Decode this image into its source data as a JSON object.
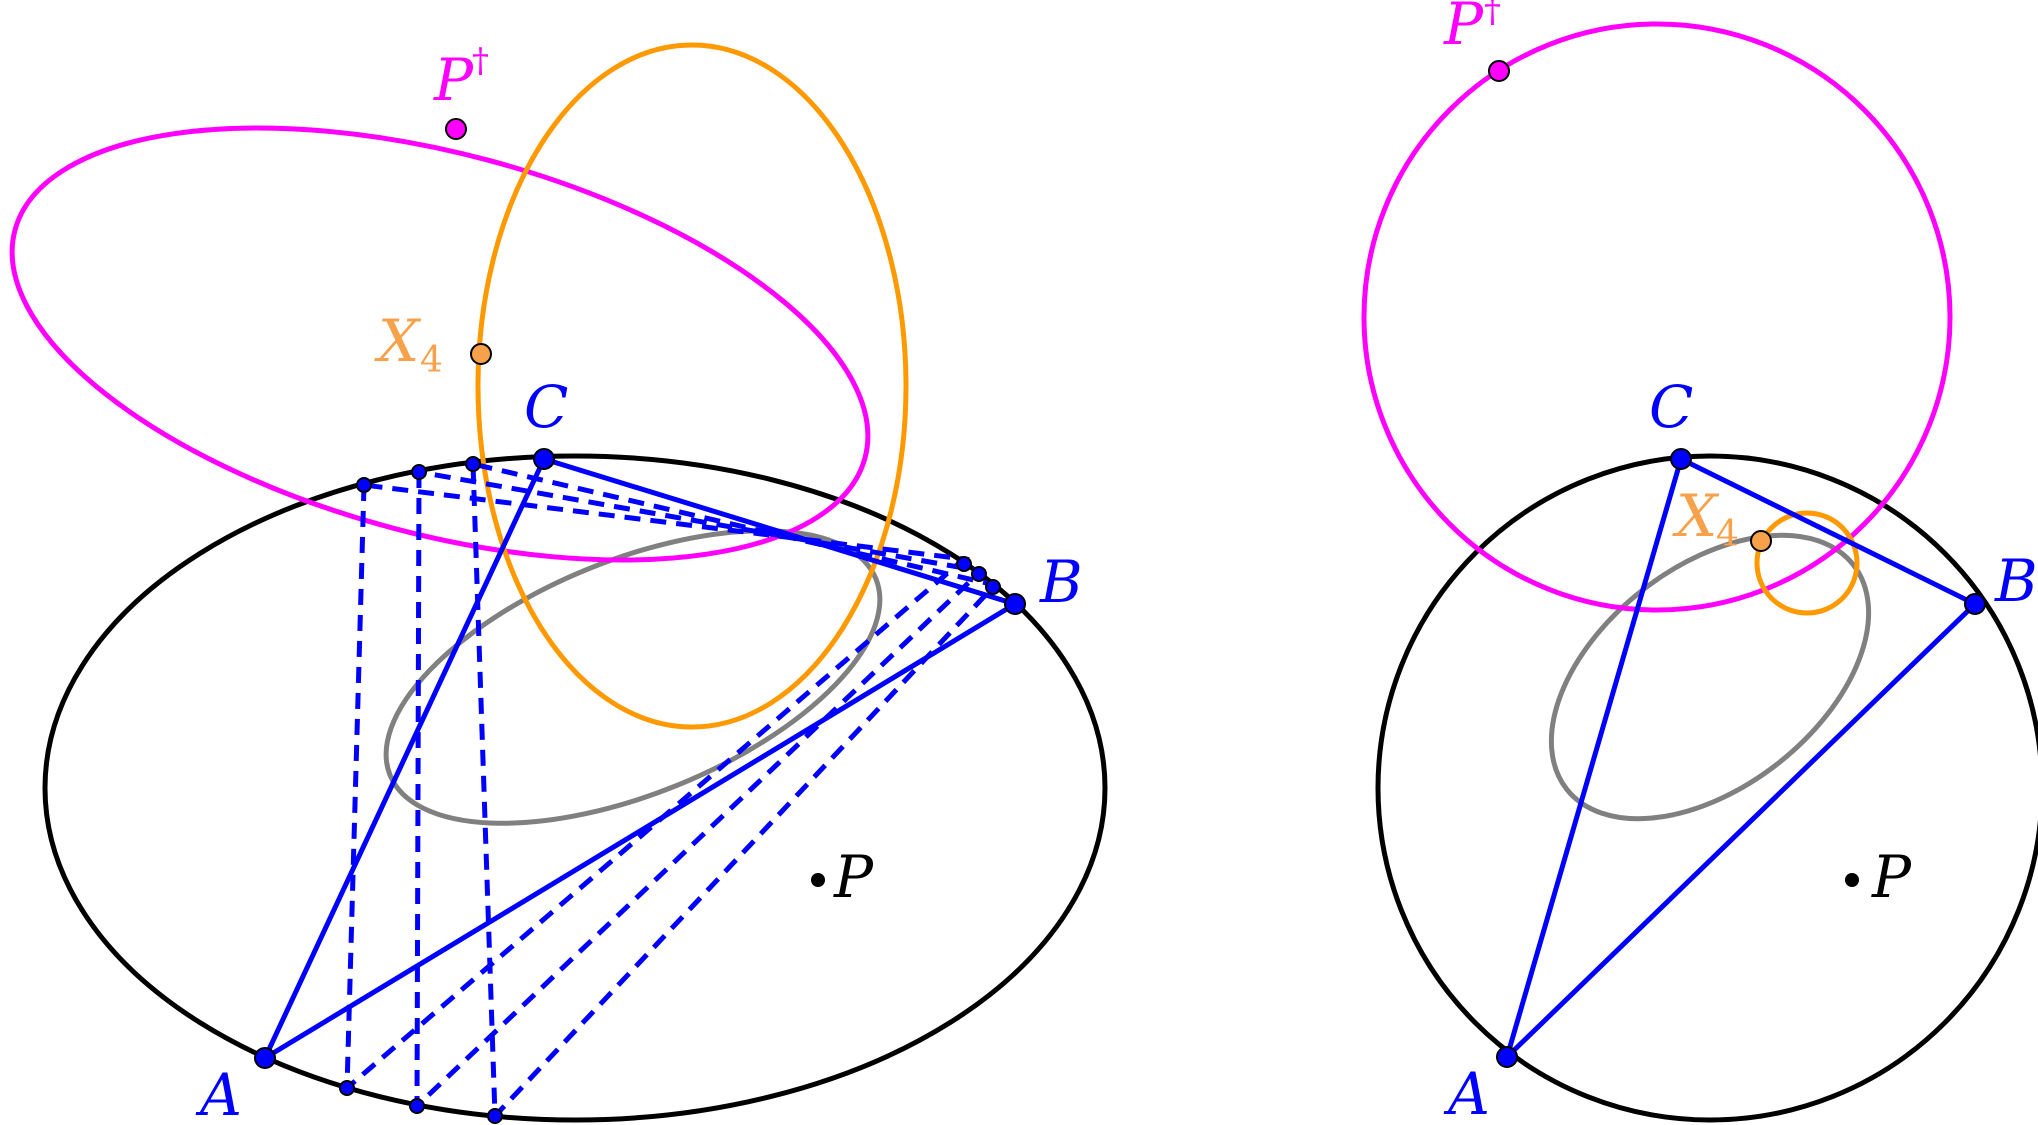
{
  "colors": {
    "triangle": "#0000ff",
    "outer_conic": "#000000",
    "inner_conic": "#808080",
    "magenta_conic": "#ff00ff",
    "orange_conic": "#ff9900",
    "orange_point": "#f7a24a",
    "magenta_point": "#ff00ff",
    "point_p": "#000000"
  },
  "labels": {
    "vertex_a": "A",
    "vertex_b": "B",
    "vertex_c": "C",
    "point_p": "P",
    "point_p_dagger_base": "P",
    "point_p_dagger_sup": "†",
    "point_x4_base": "X",
    "point_x4_sub": "4"
  },
  "panels": [
    {
      "id": "left",
      "description_labels": [
        "A",
        "B",
        "C",
        "P",
        "P†",
        "X4"
      ]
    },
    {
      "id": "right",
      "description_labels": [
        "A",
        "B",
        "C",
        "P",
        "P†",
        "X4"
      ]
    }
  ]
}
